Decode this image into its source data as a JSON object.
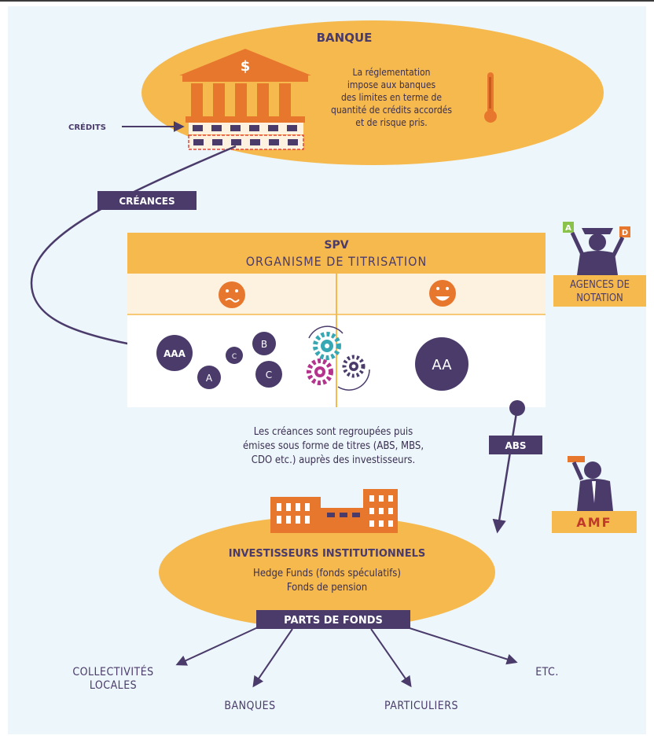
{
  "banque": {
    "title": "BANQUE",
    "regulation_lines": [
      "La réglementation",
      "impose aux banques",
      "des limites en terme de",
      "quantité de crédits accordés",
      "et de risque pris."
    ],
    "credits_label": "CRÉDITS",
    "dollar_symbol": "$"
  },
  "creances_label": "CRÉANCES",
  "spv": {
    "title": "SPV",
    "subtitle": "ORGANISME DE TITRISATION",
    "ratings_left": [
      "AAA",
      "A",
      "C",
      "B",
      "C"
    ],
    "rating_right": "AA"
  },
  "agences": {
    "lines": [
      "AGENCES DE",
      "NOTATION"
    ],
    "badge_a": "A",
    "badge_d": "D"
  },
  "abs_label": "ABS",
  "description_lines": [
    "Les créances sont regroupées puis",
    "émises sous forme de titres (ABS, MBS,",
    "CDO etc.) auprès des investisseurs."
  ],
  "amf_label": "AMF",
  "investisseurs": {
    "title": "INVESTISSEURS INSTITUTIONNELS",
    "lines": [
      "Hedge Funds (fonds spéculatifs)",
      "Fonds de pension"
    ]
  },
  "parts_label": "PARTS DE FONDS",
  "destinations": {
    "collectivites": [
      "COLLECTIVITÉS",
      "LOCALES"
    ],
    "banques": "BANQUES",
    "particuliers": "PARTICULIERS",
    "etc": "ETC."
  },
  "colors": {
    "orange": "#f0a84b",
    "dark_orange": "#e8772e",
    "purple": "#4a3b6b",
    "light_yellow": "#fdf2e0",
    "bg": "#edf6fa",
    "teal": "#36a8b3",
    "magenta": "#b3338d"
  }
}
